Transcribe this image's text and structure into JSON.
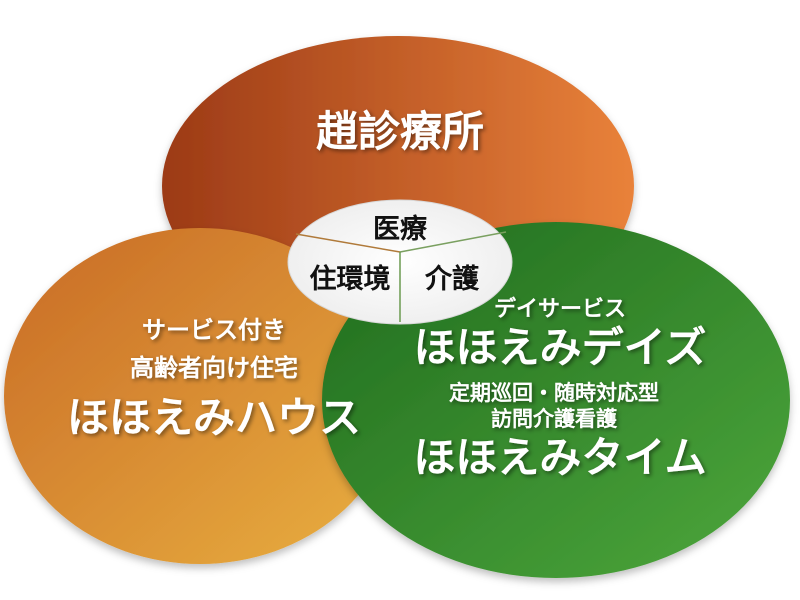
{
  "diagram": {
    "top": {
      "name": "趙診療所"
    },
    "left": {
      "sub1": "サービス付き",
      "sub2": "高齢者向け住宅",
      "name": "ほほえみハウス"
    },
    "right": {
      "sub1": "デイサービス",
      "name1": "ほほえみデイズ",
      "sub2": "定期巡回・随時対応型",
      "sub3": "訪問介護看護",
      "name2": "ほほえみタイム"
    },
    "center": {
      "top": "医療",
      "left": "住環境",
      "right": "介護"
    }
  },
  "colors": {
    "top_dark": "#9c3a16",
    "top_light": "#e9823a",
    "left_dark": "#c86a26",
    "left_light": "#e9b040",
    "right_dark": "#1f6b1e",
    "right_light": "#4ea83c"
  }
}
